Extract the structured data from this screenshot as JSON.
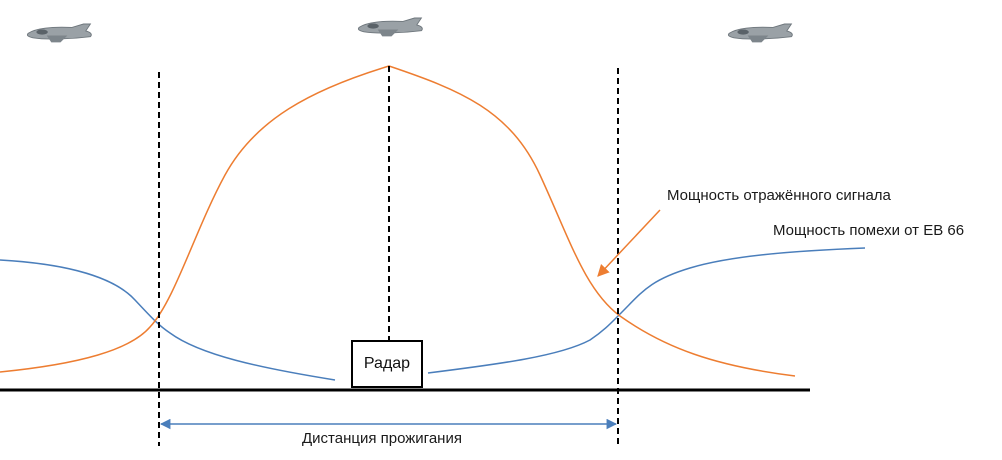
{
  "labels": {
    "reflected_signal": "Мощность отражённого сигнала",
    "jamming_power": "Мощность помехи от EB 66",
    "radar": "Радар",
    "burn_through_distance": "Дистанция прожигания"
  },
  "colors": {
    "reflected_signal": "#ED7D31",
    "jamming_power": "#4A7EBB",
    "ground": "#000000",
    "aircraft": "#8c9398"
  },
  "icons": [
    "aircraft-icon",
    "aircraft-icon",
    "aircraft-icon"
  ]
}
